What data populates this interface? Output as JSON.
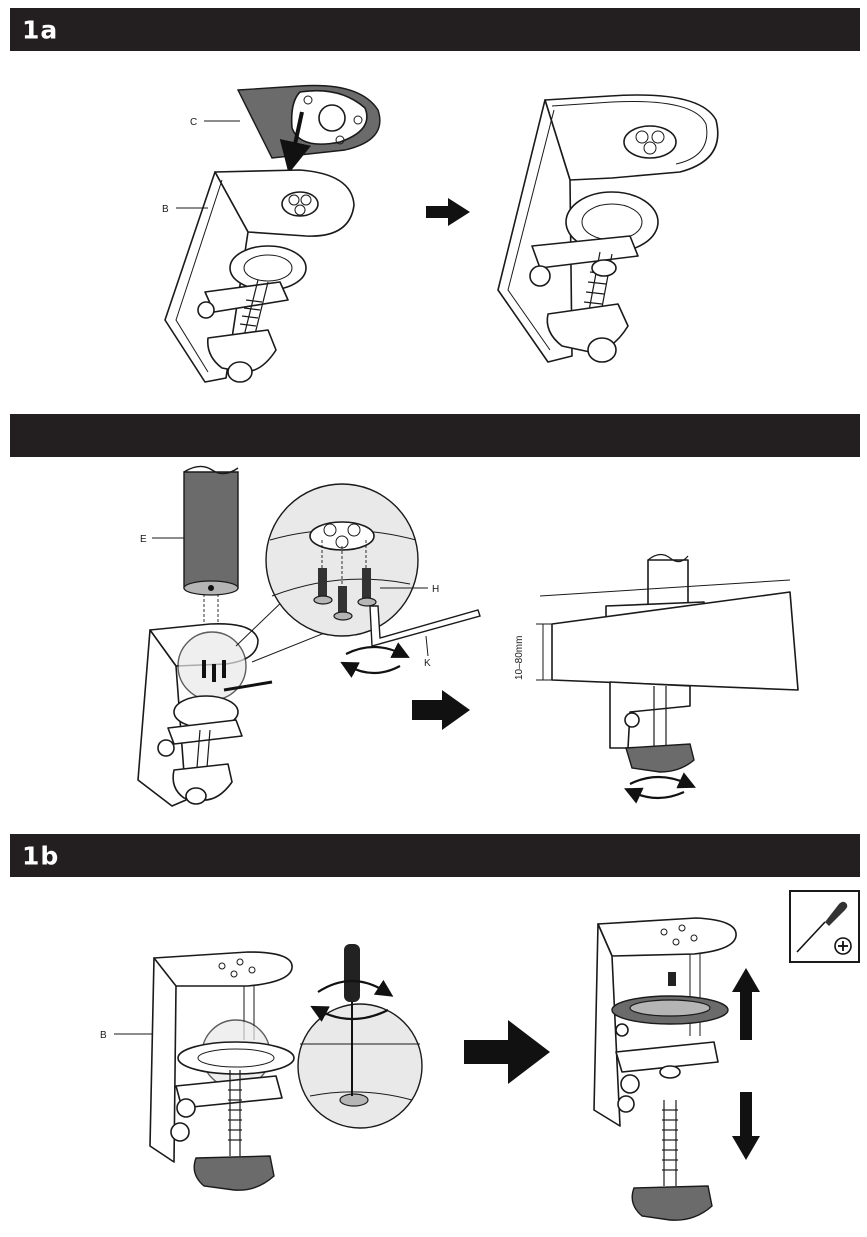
{
  "sections": {
    "step_1a": {
      "label": "1a"
    },
    "step_unlabeled": {
      "label": ""
    },
    "step_1b": {
      "label": "1b"
    }
  },
  "callouts": {
    "c": "C",
    "b_top": "B",
    "e": "E",
    "h": "H",
    "k": "K",
    "thickness": "10–80mm",
    "b_bottom": "B"
  },
  "colors": {
    "header_bar": "#231f20",
    "header_text": "#ffffff",
    "line_art": "#1a1a1a",
    "fill_gray": "#6b6b6b"
  },
  "icons": [
    "arrow-right-icon",
    "rotate-icon",
    "screwdriver-phillips-icon",
    "arrow-up-icon",
    "arrow-down-icon"
  ]
}
